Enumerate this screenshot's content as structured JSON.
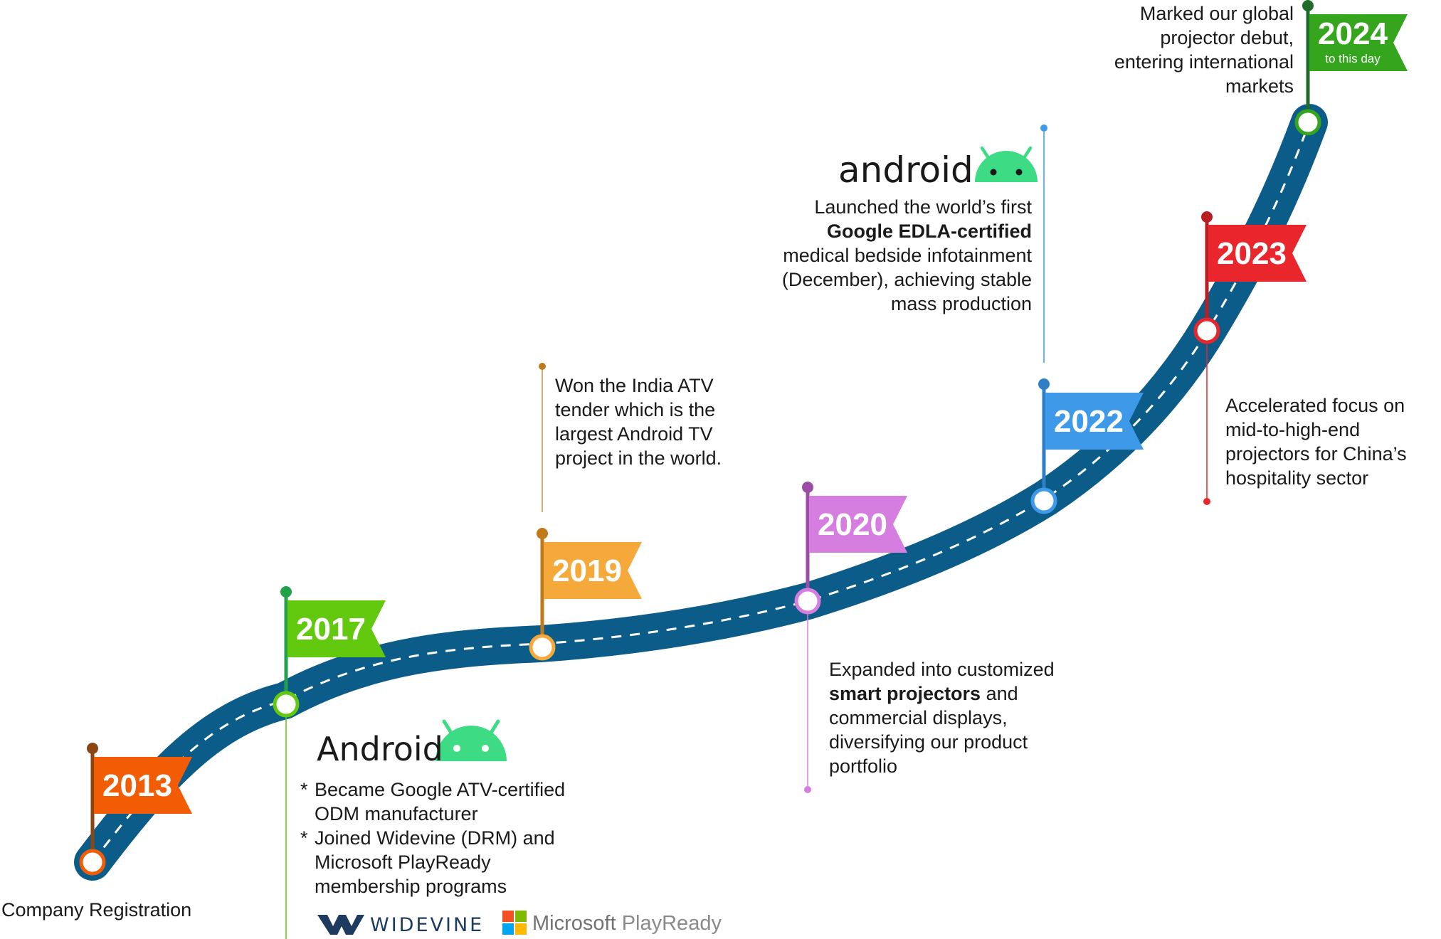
{
  "milestones": [
    {
      "year": "2013",
      "color": "#f25c05",
      "pole": "#8b4513",
      "desc": [
        "Company Registration"
      ]
    },
    {
      "year": "2017",
      "color": "#62c90f",
      "pole": "#22a14a",
      "logo": "Android",
      "bullets": [
        "Became Google ATV-certified ODM manufacturer",
        "Joined Widevine (DRM) and Microsoft PlayReady membership programs"
      ]
    },
    {
      "year": "2019",
      "color": "#f5a93a",
      "pole": "#c07a1a",
      "desc": [
        "Won the India ATV tender which is the largest Android TV project in the world."
      ]
    },
    {
      "year": "2020",
      "color": "#d67ee0",
      "pole": "#9b4da8",
      "desc_parts": [
        "Expanded into customized",
        "smart projectors",
        "and commercial displays, diversifying our product portfolio"
      ]
    },
    {
      "year": "2022",
      "color": "#3e9ae8",
      "pole": "#2f7fc7",
      "logo": "android",
      "desc_parts": [
        "Launched the world’s first",
        "Google EDLA-certified",
        "medical bedside infotainment (December), achieving stable mass production"
      ]
    },
    {
      "year": "2023",
      "color": "#e8262b",
      "pole": "#b81e22",
      "desc": [
        "Accelerated focus on mid-to-high-end projectors for China’s hospitality sector"
      ]
    },
    {
      "year": "2024",
      "subtitle": "to this day",
      "color": "#35a51e",
      "pole": "#1f6b2a",
      "desc": [
        "Marked our global projector debut, entering international markets"
      ]
    }
  ],
  "partner_logos": {
    "widevine": "WIDEVINE",
    "microsoft": "Microsoft",
    "playready": "PlayReady"
  },
  "icons": [
    "android-robot-icon",
    "widevine-logo-icon",
    "microsoft-logo-icon"
  ],
  "road_color": "#0c5c8a"
}
